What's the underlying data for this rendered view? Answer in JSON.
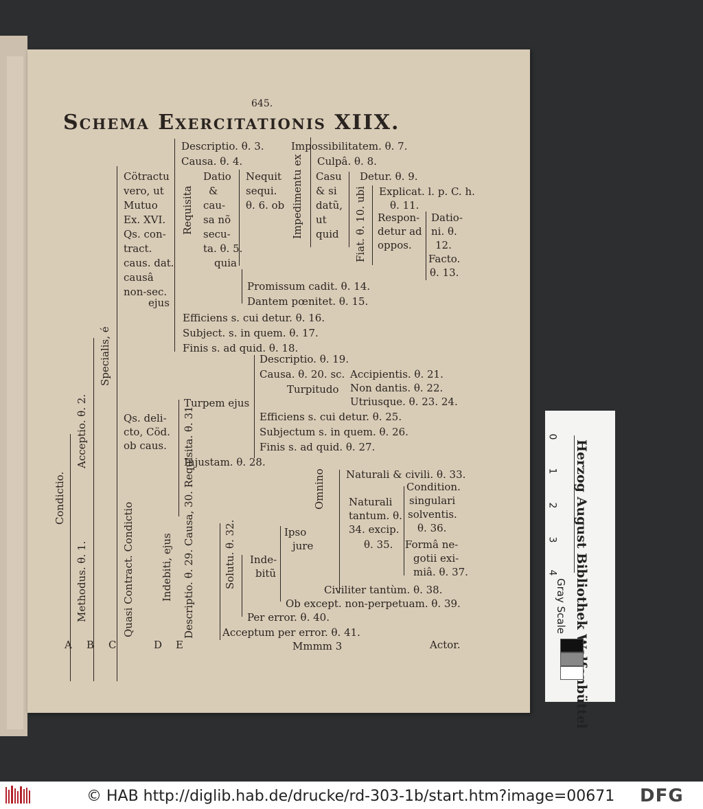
{
  "page": {
    "page_number": "645.",
    "title_a": "Schema",
    "title_b": "Exercitationis",
    "title_c": "XIIX.",
    "side_labels": {
      "condictio": "Condictio.",
      "acceptio": "Acceptio. θ. 2.",
      "specialis": "Specialis, é",
      "methodus": "Methodus. θ. 1.",
      "quasi": "Quasi Contract. Condictio",
      "indebiti": "Indebiti, ejus",
      "descriptio_causa": "Descriptio. θ. 29. Causa, 30. Requisita. θ. 31",
      "solutu": "Solutu. θ. 32.",
      "requisita": "Requisita",
      "impedimentu": "Impedimentu ex",
      "fiat": "Fiat. θ. 10. ubi",
      "omnino": "Omnino"
    },
    "top": {
      "descriptio": "Descriptio. θ. 3.",
      "causa": "Causa. θ. 4.",
      "impossibilitatem": "Impossibilitatem. θ. 7.",
      "culpa": "Culpâ. θ. 8.",
      "detur": "Detur. θ. 9.",
      "explicat": "Explicat. l. p. C. h.",
      "theta11": "θ. 11.",
      "respondetur1": "Respon-",
      "respondetur2": "detur ad",
      "respondetur3": "oppos.",
      "datio_ni1": "Datio-",
      "datio_ni2": "ni. θ.",
      "datio_ni3": "12.",
      "facto1": "Facto.",
      "facto2": "θ. 13.",
      "promissum": "Promissum cadit. θ. 14.",
      "dantem": "Dantem pœnitet. θ. 15.",
      "efficiens": "Efficiens s. cui detur. θ. 16.",
      "subject": "Subject. s. in quem. θ. 17.",
      "finis": "Finis s. ad quid. θ. 18."
    },
    "contractu": [
      "Cötractu",
      "vero, ut",
      "Mutuo",
      "Ex. XVI.",
      "Qs. con-",
      "tract.",
      "caus. dat.",
      "causâ",
      "non-sec.",
      "ejus"
    ],
    "datio_col": [
      "Datio",
      "&",
      "cau-",
      "sa nõ",
      "secu-",
      "ta. θ. 5.",
      "quia"
    ],
    "nequit_col": [
      "Nequit",
      "sequi.",
      "θ. 6. ob"
    ],
    "casu_col": [
      "Casu",
      "& si",
      "datũ,",
      "ut",
      "quid"
    ],
    "middle": {
      "descriptio19": "Descriptio. θ. 19.",
      "causa20": "Causa. θ. 20. sc.",
      "turpitudo": "Turpitudo",
      "accipientis": "Accipientis. θ. 21.",
      "non_dantis": "Non dantis. θ. 22.",
      "utriusque": "Utriusque. θ. 23. 24.",
      "turpem": "Turpem ejus",
      "efficiens25": "Efficiens s. cui detur. θ. 25.",
      "subjectum26": "Subjectum s. in quem. θ. 26.",
      "finis27": "Finis s. ad quid. θ. 27.",
      "qs1": "Qs. deli-",
      "qs2": "cto, Cöd.",
      "qs3": "ob caus.",
      "injustam": "Injustam. θ. 28."
    },
    "bottom": {
      "naturali_civili": "Naturali & civili. θ. 33.",
      "naturali1": "Naturali",
      "naturali2": "tantum. θ.",
      "naturali3": "34. excip.",
      "naturali4": "θ. 35.",
      "condition1": "Condition.",
      "condition2": "singulari",
      "condition3": "solventis.",
      "condition4": "θ. 36.",
      "forma1": "Formâ ne-",
      "forma2": "gotii exi-",
      "forma3": "miâ. θ. 37.",
      "ipso1": "Ipso",
      "ipso2": "jure",
      "indebitu1": "Inde-",
      "indebitu2": "bitũ",
      "civiliter": "Civiliter tantùm. θ. 38.",
      "ob_except": "Ob except. non-perpetuam. θ. 39.",
      "per_error": "Per error. θ. 40.",
      "acceptum": "Acceptum per error. θ. 41."
    },
    "letters": [
      "A",
      "B",
      "C",
      "D",
      "E"
    ],
    "signature": "Mmmm 3",
    "catchword": "Actor."
  },
  "scale_card": {
    "institution": "Herzog August Bibliothek Wolfenbüttel",
    "gray_scale": "Gray Scale",
    "ruler_numbers": [
      "0",
      "1",
      "2",
      "3",
      "4"
    ]
  },
  "footer": {
    "credit": "© HAB http://diglib.hab.de/drucke/rd-303-1b/start.htm?image=00671",
    "logo": "DFG"
  }
}
